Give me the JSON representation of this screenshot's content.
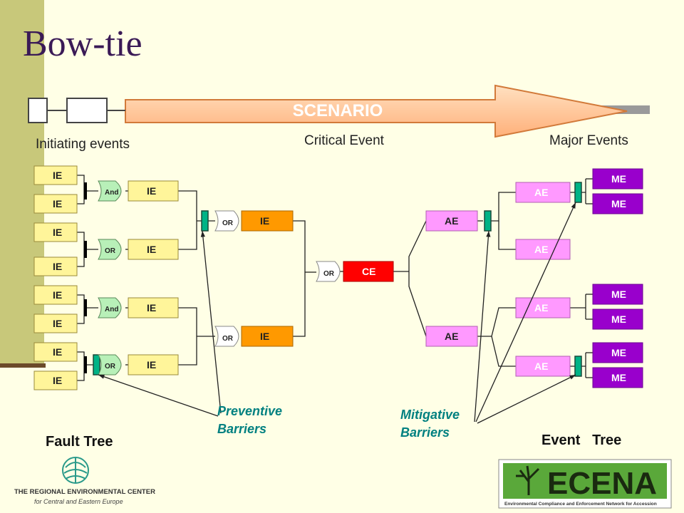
{
  "slide": {
    "title": "Bow-tie",
    "scenario_label": "SCENARIO",
    "initiating_events_label": "Initiating events",
    "critical_event_label": "Critical Event",
    "major_events_label": "Major Events",
    "fault_tree_label": "Fault Tree",
    "event_tree_label": "Event   Tree",
    "preventive_barriers_label": [
      "Preventive",
      "Barriers"
    ],
    "mitigative_barriers_label": [
      "Mitigative",
      "Barriers"
    ]
  },
  "diagram": {
    "ie_left": [
      "IE",
      "IE",
      "IE",
      "IE",
      "IE",
      "IE",
      "IE",
      "IE"
    ],
    "gates_first": [
      "And",
      "OR",
      "And",
      "OR"
    ],
    "ie_mid": [
      "IE",
      "IE",
      "IE",
      "IE"
    ],
    "gates_second": [
      "OR",
      "OR"
    ],
    "ie_right": [
      "IE",
      "IE"
    ],
    "gate_central": "OR",
    "critical_event": "CE",
    "ae_first": [
      "AE",
      "AE"
    ],
    "ae_second": [
      "AE",
      "AE",
      "AE",
      "AE"
    ],
    "me": [
      "ME",
      "ME",
      "ME",
      "ME",
      "ME",
      "ME"
    ]
  },
  "logos": {
    "rec_line1": "THE REGIONAL ENVIRONMENTAL CENTER",
    "rec_line2": "for Central and Eastern Europe",
    "ecena_word": "ECENA",
    "ecena_tagline": "Environmental Compliance and Enforcement Network for Accession"
  },
  "colors": {
    "background": "#ffffe6",
    "title": "#3a1a56",
    "ie_fill": "#fff59a",
    "ie_orange": "#ff9900",
    "gate_fill": "#b8f0b8",
    "ce_fill": "#ff0000",
    "ae_fill": "#ff99ff",
    "me_fill": "#9900cc",
    "barrier": "#00b386",
    "side_bar": "#c8c87a",
    "arrow_fill": "#ffcc99",
    "barrier_label": "#008080"
  }
}
